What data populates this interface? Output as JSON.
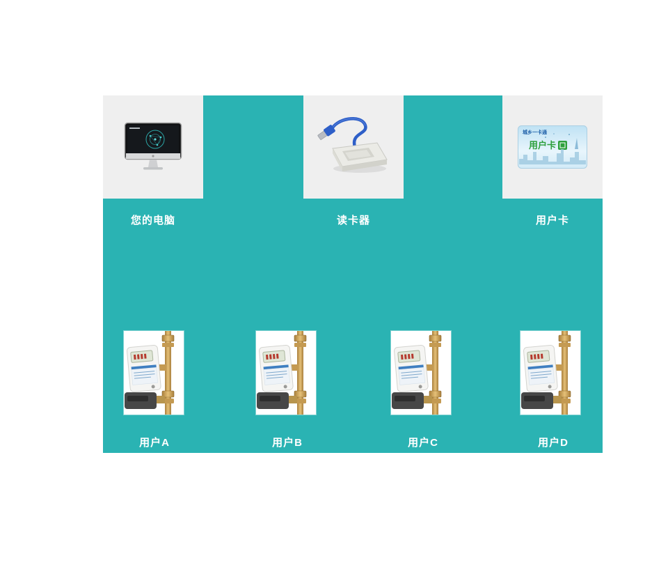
{
  "page": {
    "background": "#ffffff"
  },
  "panel": {
    "background": "#2ab3b3"
  },
  "top_row": {
    "items": [
      {
        "id": "computer",
        "label": "您的电脑",
        "image": "desktop-computer-photo"
      },
      {
        "id": "reader",
        "label": "读卡器",
        "image": "ic-card-reader-photo"
      },
      {
        "id": "usercard",
        "label": "用户卡",
        "image": "user-ic-card-photo"
      }
    ]
  },
  "user_card_art": {
    "brand_text": "城乡一卡通",
    "title_text": "用户卡"
  },
  "bottom_row": {
    "items": [
      {
        "id": "user-a",
        "label": "用户A",
        "image": "prepaid-water-meter-photo"
      },
      {
        "id": "user-b",
        "label": "用户B",
        "image": "prepaid-water-meter-photo"
      },
      {
        "id": "user-c",
        "label": "用户C",
        "image": "prepaid-water-meter-photo"
      },
      {
        "id": "user-d",
        "label": "用户D",
        "image": "prepaid-water-meter-photo"
      }
    ]
  },
  "colors": {
    "panel_teal": "#2ab3b3",
    "card_gray": "#efefef",
    "usb_cable_blue": "#2e5fc8",
    "brass_fitting": "#c49a52",
    "card_green_text": "#2ea03c",
    "label_white": "#ffffff"
  }
}
